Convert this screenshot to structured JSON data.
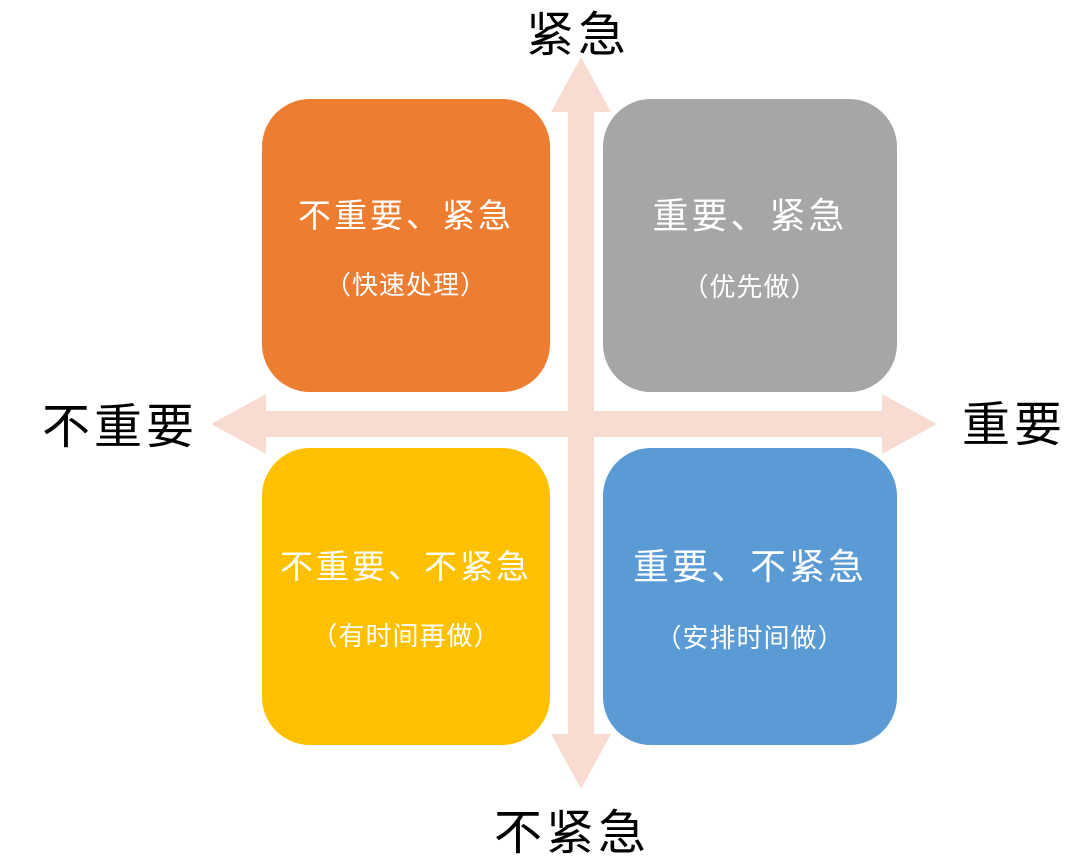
{
  "diagram": {
    "type": "quadrant-matrix",
    "axes": {
      "top": "紧急",
      "bottom": "不紧急",
      "left": "不重要",
      "right": "重要"
    },
    "quadrants": [
      {
        "id": "top-left",
        "title": "不重要、紧急",
        "subtitle": "（快速处理）",
        "color": "#ED7D31"
      },
      {
        "id": "top-right",
        "title": "重要、紧急",
        "subtitle": "（优先做）",
        "color": "#A6A6A6"
      },
      {
        "id": "bottom-left",
        "title": "不重要、不紧急",
        "subtitle": "（有时间再做）",
        "color": "#FFC000"
      },
      {
        "id": "bottom-right",
        "title": "重要、不紧急",
        "subtitle": "（安排时间做）",
        "color": "#5B9BD5"
      }
    ],
    "colors": {
      "arrow": "#F8DCD1",
      "quadrant_text": "#FFFFFF",
      "axis_text": "#000000",
      "background": "#FFFFFF"
    }
  }
}
